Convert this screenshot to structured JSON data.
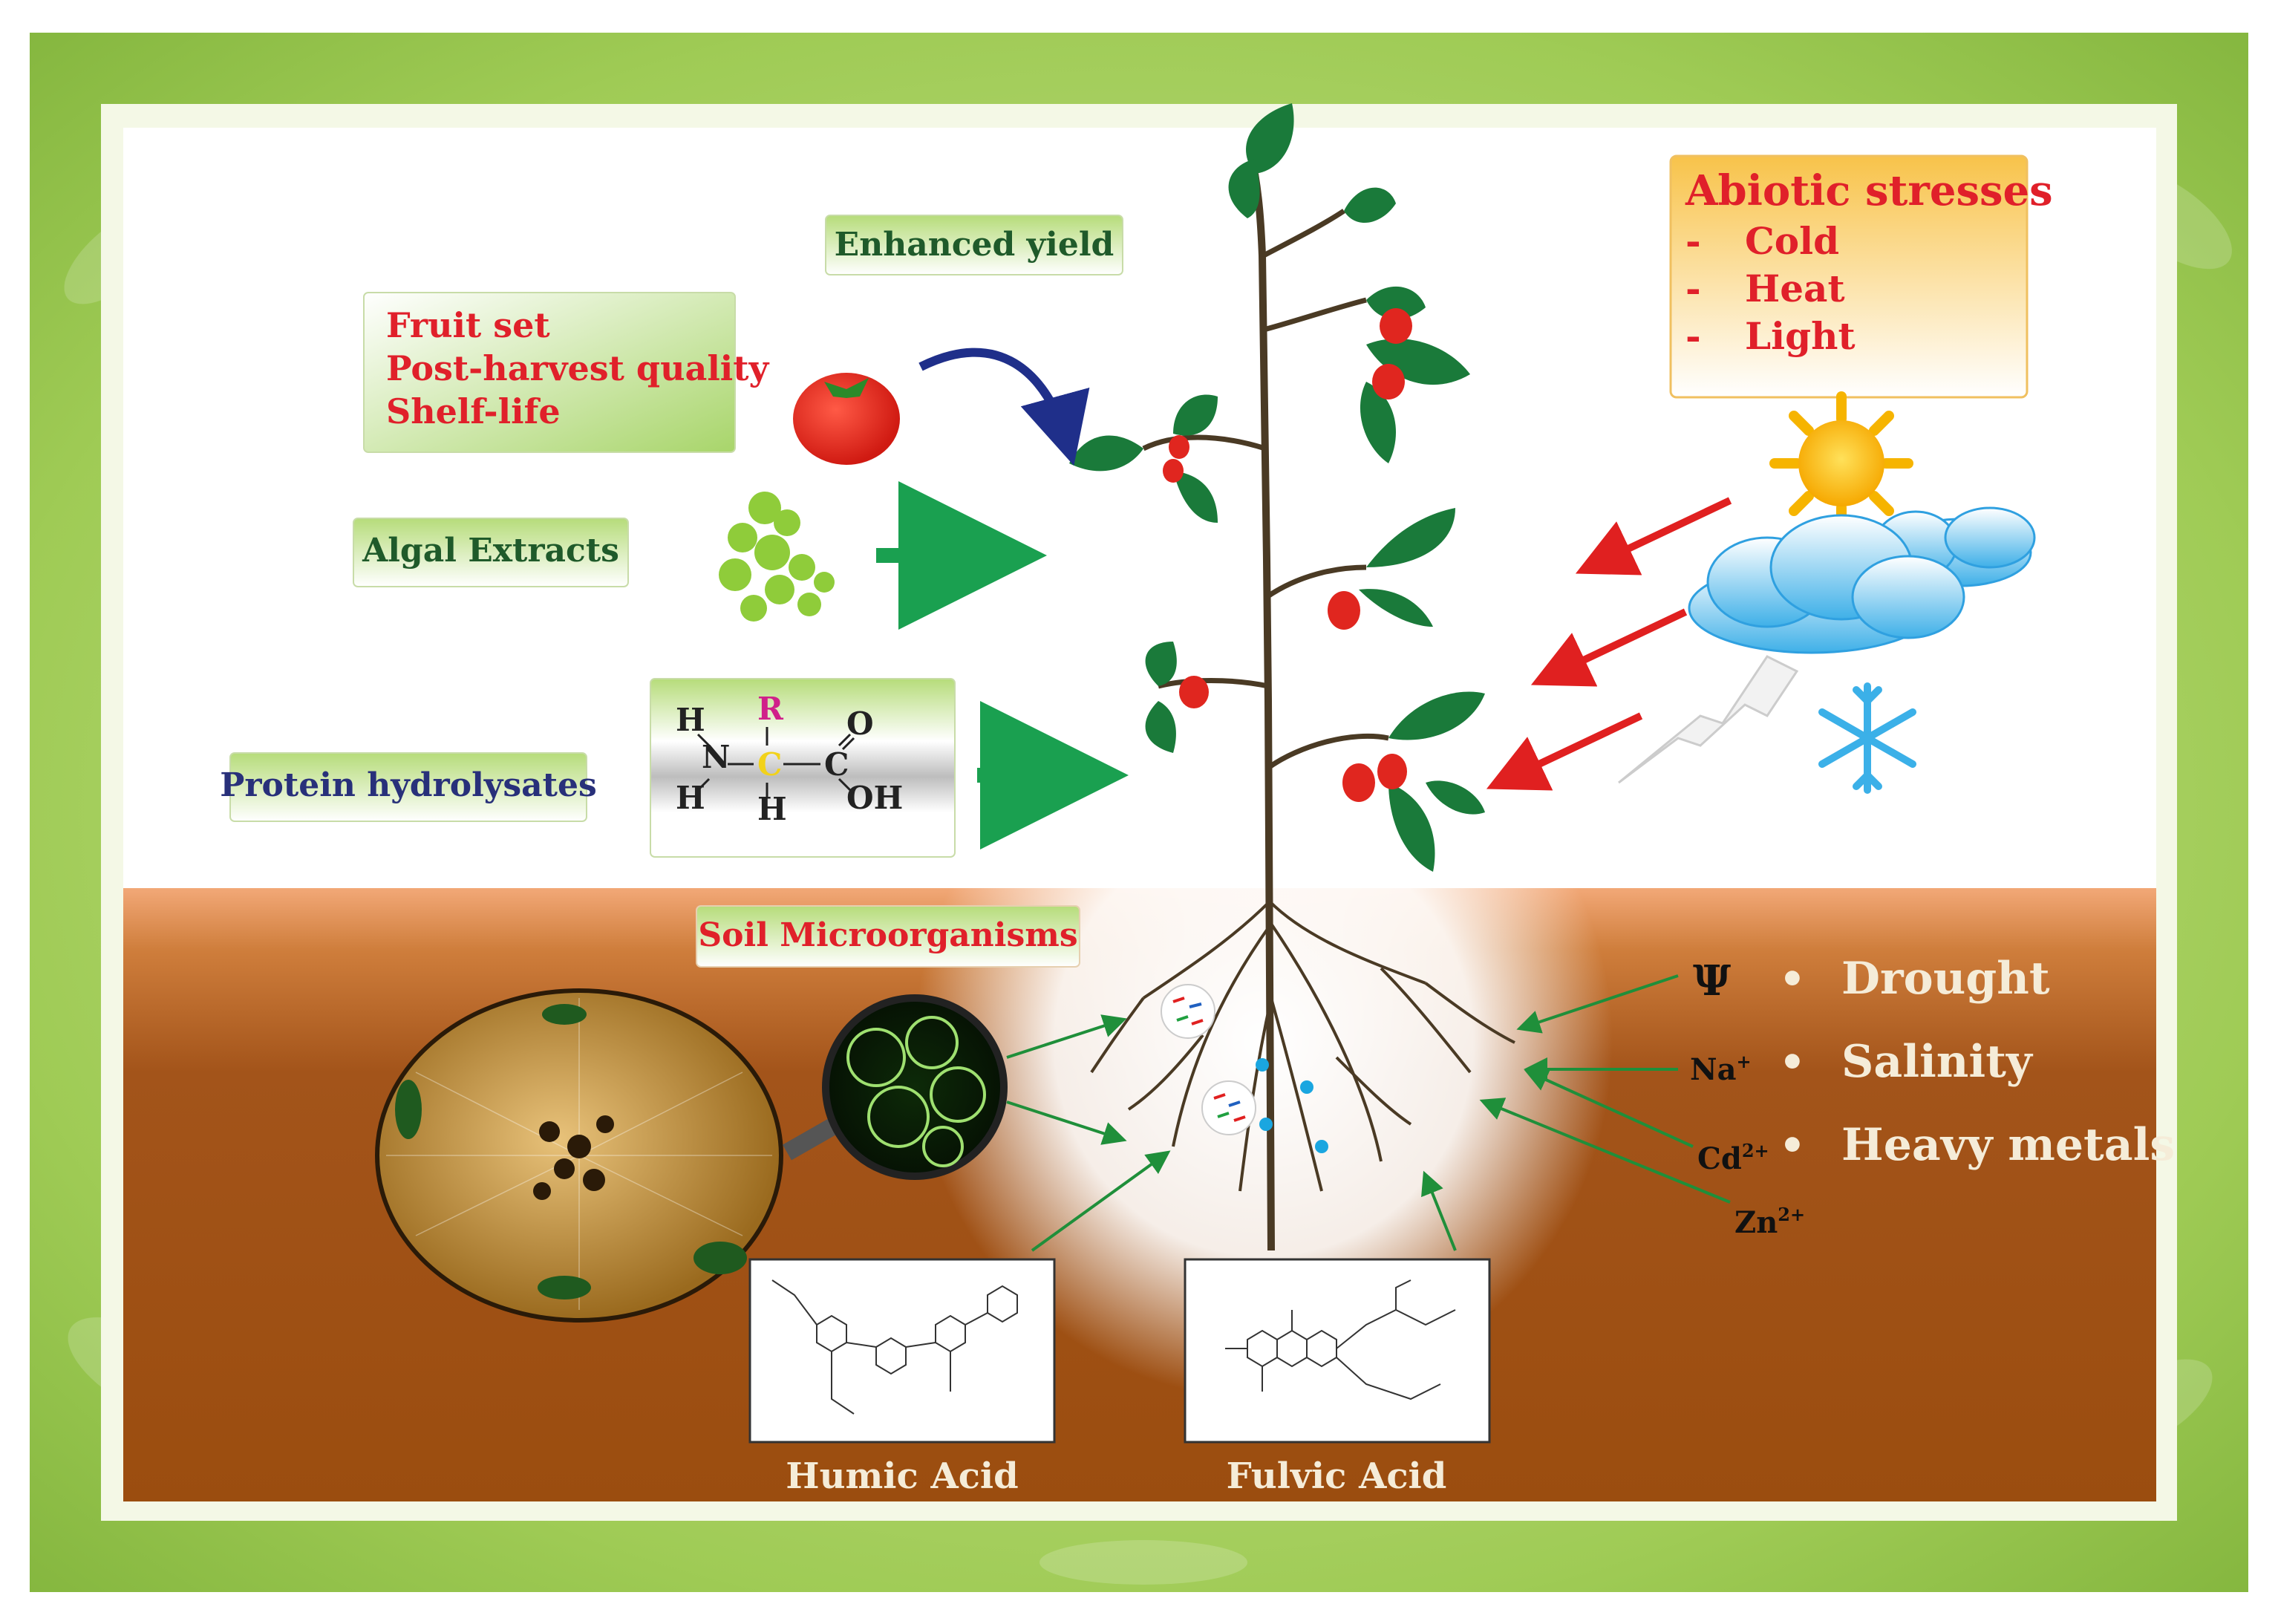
{
  "labels": {
    "enhanced_yield": "Enhanced yield",
    "fruit_set": "Fruit set",
    "post_harvest": "Post-harvest quality",
    "shelf_life": "Shelf-life",
    "algal_extracts": "Algal Extracts",
    "protein_hydrolysates": "Protein hydrolysates",
    "soil_microorganisms": "Soil Microorganisms",
    "humic_acid": "Humic Acid",
    "fulvic_acid": "Fulvic Acid"
  },
  "abiotic": {
    "title": "Abiotic stresses",
    "items": [
      "Cold",
      "Heat",
      "Light"
    ],
    "dash": "-"
  },
  "soil_stresses": {
    "items": [
      "Drought",
      "Salinity",
      "Heavy metals"
    ],
    "bullet": "•",
    "symbols": {
      "psi": "Ψ",
      "na": "Na",
      "na_sup": "+",
      "cd": "Cd",
      "cd_sup": "2+",
      "zn": "Zn",
      "zn_sup": "2+"
    }
  },
  "amino_acid": {
    "h1": "H",
    "n": "N",
    "h2": "H",
    "r": "R",
    "c": "C",
    "h3": "H",
    "cooh_c": "C",
    "o": "O",
    "oh": "OH"
  },
  "colors": {
    "frame_green": "#8dbf44",
    "soil_top": "#f0a070",
    "soil_brown": "#9a4c0e",
    "leaf_green": "#1a7a3a",
    "stem": "#4a3a24",
    "fruit_red": "#e0261f",
    "stress_arrow": "#e02020",
    "benefit_arrow": "#1aa050",
    "label_red": "#e0202a",
    "label_green": "#1f5a2a",
    "label_blue": "#28307a"
  }
}
